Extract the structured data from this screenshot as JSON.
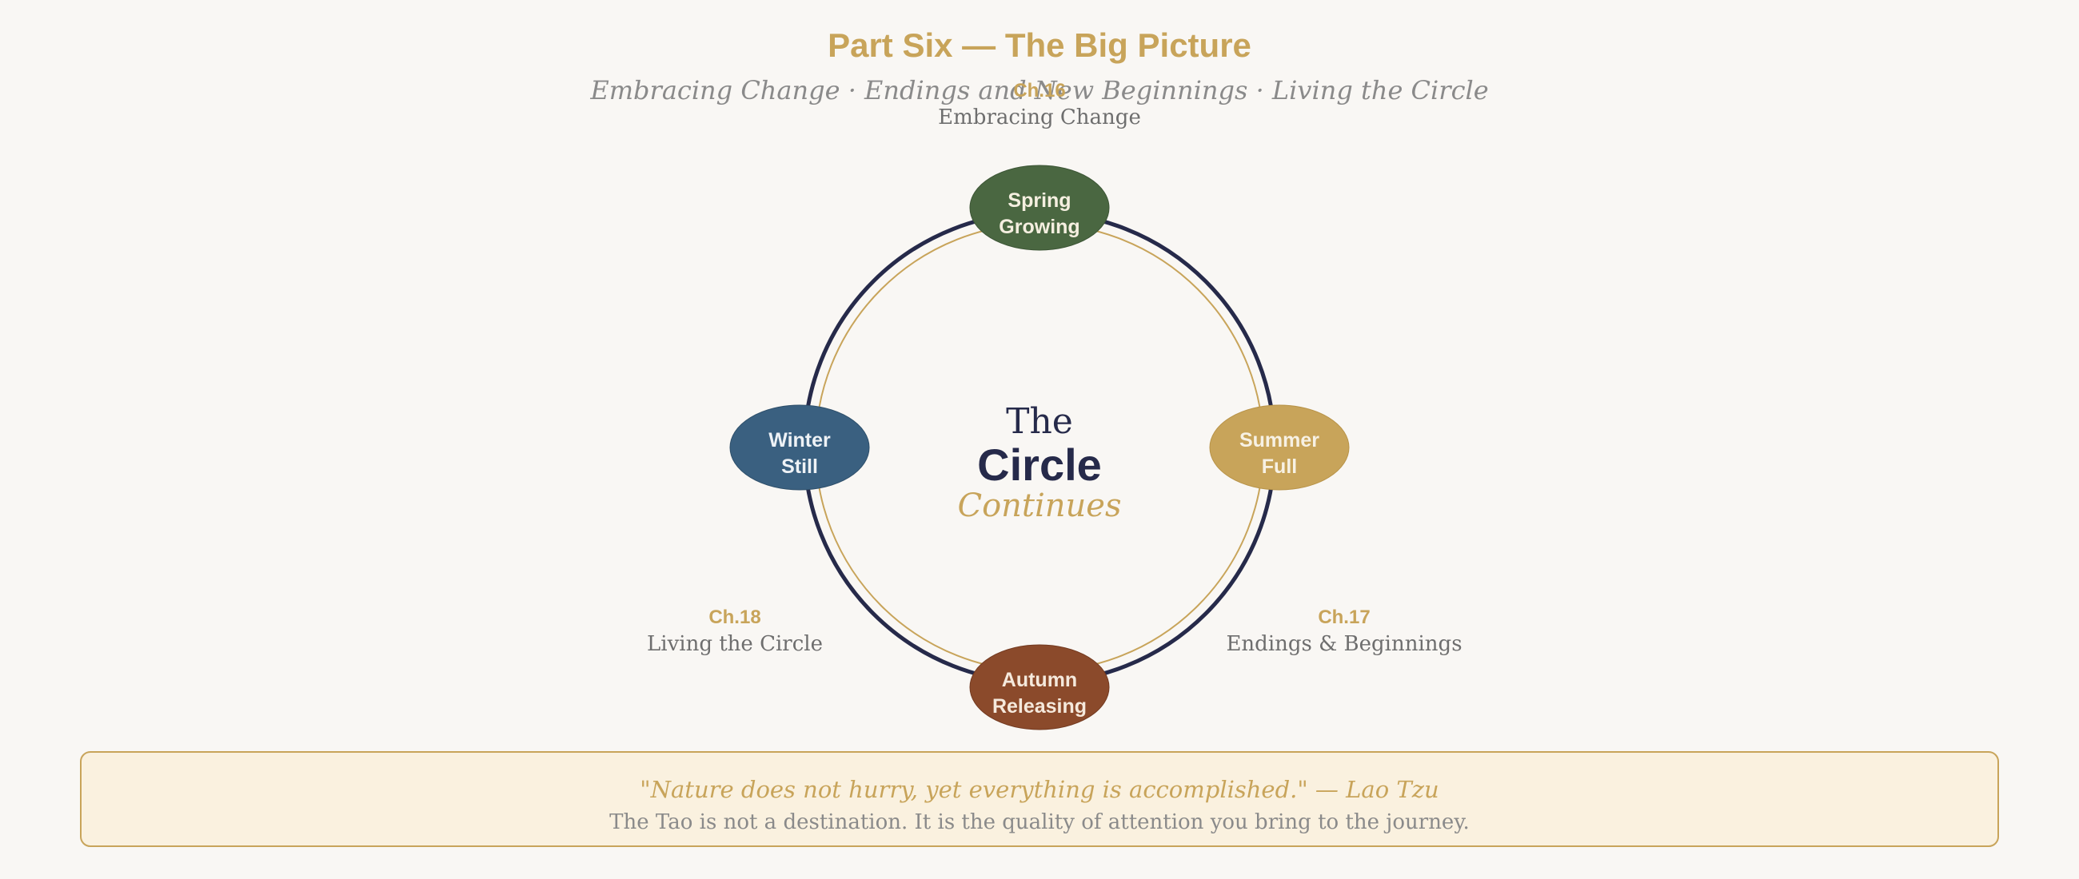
{
  "header": {
    "title": "Part Six — The Big Picture",
    "subtitle": "Embracing Change · Endings and New Beginnings · Living the Circle"
  },
  "center": {
    "line1": "The",
    "line2": "Circle",
    "line3": "Continues"
  },
  "seasons": {
    "spring": {
      "line1": "Spring",
      "line2": "Growing",
      "color": "#4a6741"
    },
    "summer": {
      "line1": "Summer",
      "line2": "Full",
      "color": "#c8a45a"
    },
    "autumn": {
      "line1": "Autumn",
      "line2": "Releasing",
      "color": "#8b4a2b"
    },
    "winter": {
      "line1": "Winter",
      "line2": "Still",
      "color": "#3a6080"
    }
  },
  "chapters": {
    "top": {
      "num": "Ch.16",
      "title": "Embracing Change"
    },
    "right": {
      "num": "Ch.17",
      "title": "Endings & Beginnings"
    },
    "left": {
      "num": "Ch.18",
      "title": "Living the Circle"
    }
  },
  "quote": {
    "text": "\"Nature does not hurry, yet everything is accomplished.\" — Lao Tzu",
    "note": "The Tao is not a destination. It is the quality of attention you bring to the journey."
  },
  "colors": {
    "accent": "#c8a45a",
    "navy": "#262a4a",
    "muted": "#7a7a7a",
    "background": "#f9f7f4",
    "quote_box": "#faf1df"
  }
}
